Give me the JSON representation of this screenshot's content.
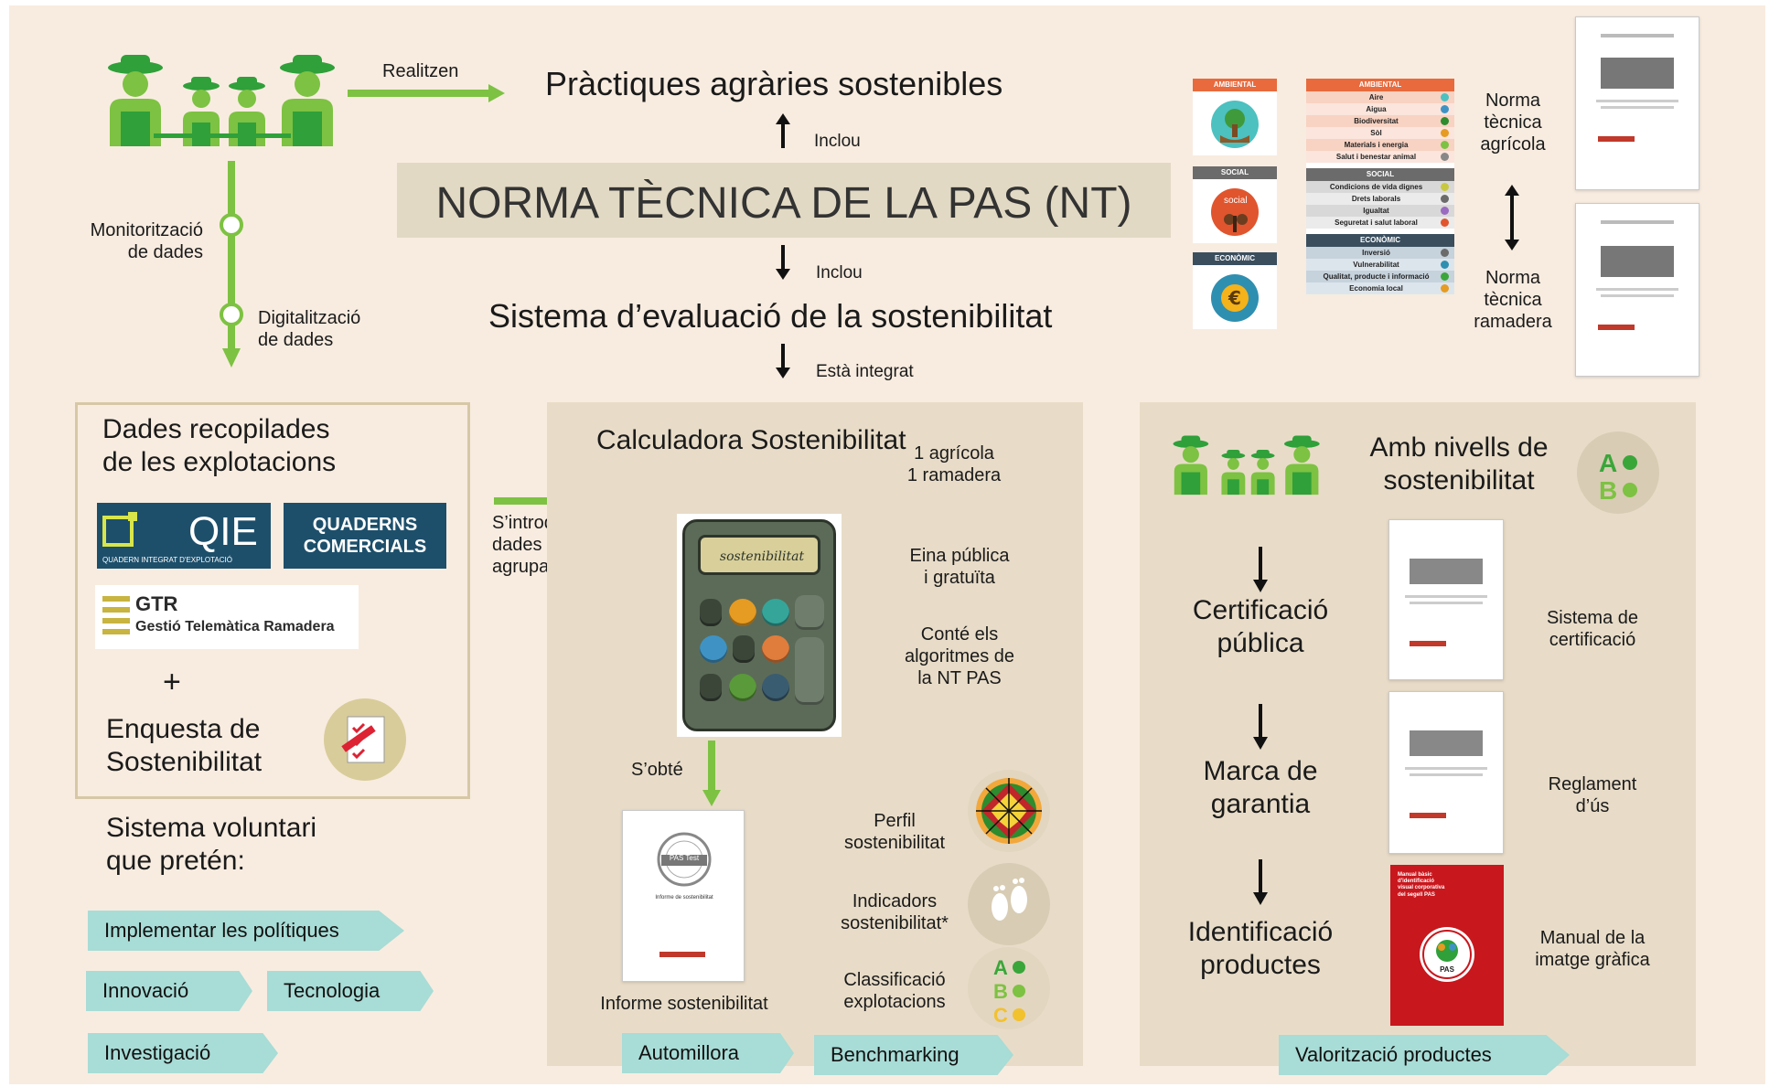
{
  "top": {
    "arrow_realitzen": "Realitzen",
    "title_practiques": "Pràctiques agràries sostenibles",
    "inclou_1": "Inclou",
    "norma_banner": "NORMA TÈCNICA DE LA PAS (NT)",
    "inclou_2": "Inclou",
    "title_sistema": "Sistema d’evaluació de la sostenibilitat",
    "esta_integrat": "Està integrat",
    "monitoritzacio": "Monitorització\nde dades",
    "digitalitzacio": "Digitalització\nde dades"
  },
  "dimensions": {
    "ambiental_label": "AMBIENTAL",
    "social_label": "SOCIAL",
    "social_icon_text": "social",
    "economic_label": "ECONÒMIC",
    "ambiental_head": "AMBIENTAL",
    "ambiental_items": [
      "Aire",
      "Aigua",
      "Biodiversitat",
      "Sòl",
      "Materials i energia",
      "Salut i benestar animal"
    ],
    "social_head": "SOCIAL",
    "social_items": [
      "Condicions de vida dignes",
      "Drets laborals",
      "Igualtat",
      "Seguretat i salut laboral"
    ],
    "economic_head": "ECONÒMIC",
    "economic_items": [
      "Inversió",
      "Vulnerabilitat",
      "Qualitat, producte i informació",
      "Economia local"
    ],
    "norma_agricola": "Norma\ntècnica\nagrícola",
    "norma_ramadera": "Norma\ntècnica\nramadera"
  },
  "left_panel": {
    "title": "Dades recopilades\nde les explotacions",
    "qie_text": "QIE",
    "qie_sub": "QUADERN INTEGRAT D'EXPLOTACIÓ",
    "quaderns": "QUADERNS\nCOMERCIALS",
    "gtr_title": "GTR",
    "gtr_sub": "Gestió Telemàtica Ramadera",
    "plus": "+",
    "enquesta": "Enquesta de\nSostenibilitat",
    "sistema_voluntari": "Sistema voluntari\nque pretén:",
    "tags": [
      "Implementar les polítiques",
      "Innovació",
      "Tecnologia",
      "Investigació"
    ]
  },
  "middle_panel": {
    "introdueixen": "S’introdueixen\ndades\nagrupades",
    "title": "Calculadora Sostenibilitat",
    "count": "1 agrícola\n1 ramadera",
    "calc_screen": "sostenibilitat",
    "eina": "Eina pública\ni gratuïta",
    "conte": "Conté els\nalgoritmes de\nla NT PAS",
    "sobte": "S’obté",
    "informe": "Informe sostenibilitat",
    "report_inner": "Informe de sostenibilitat",
    "pas_test": "PAS Test",
    "perfil": "Perfil\nsostenibilitat",
    "indicadors": "Indicadors\nsostenibilitat*",
    "classificacio": "Classificació\nexplotacions",
    "tag_automillora": "Automillora",
    "tag_benchmarking": "Benchmarking"
  },
  "right_panel": {
    "title": "Amb nivells de\nsostenibilitat",
    "certificacio": "Certificació\npública",
    "marca": "Marca de\ngarantia",
    "identificacio": "Identificació\nproductes",
    "sistema_cert": "Sistema de\ncertificació",
    "reglament": "Reglament\nd’ús",
    "manual": "Manual de la\nimatge gràfica",
    "tag_valoritzacio": "Valorització productes",
    "manual_cover": "Manual bàsic\nd'identificació\nvisual corporativa\ndel segell PAS",
    "pas_label": "PAS"
  },
  "colors": {
    "green": "#7dc242",
    "dark_green": "#2f8f2f",
    "teal_tag": "#a8dcd6",
    "panel": "#e8dcc8",
    "bg": "#f8ece0",
    "navy": "#1d4f6b"
  }
}
